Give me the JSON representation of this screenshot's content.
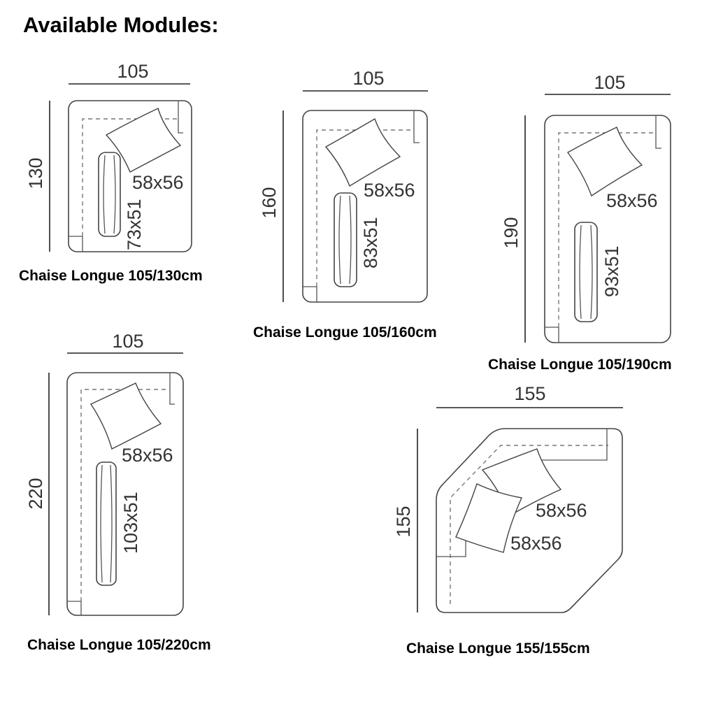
{
  "page_title": "Available Modules:",
  "modules": [
    {
      "caption": "Chaise Longue 105/130cm",
      "width": "105",
      "depth": "130",
      "back_cushion": "58x56",
      "seat_cushion": "73x51"
    },
    {
      "caption": "Chaise Longue 105/160cm",
      "width": "105",
      "depth": "160",
      "back_cushion": "58x56",
      "seat_cushion": "83x51"
    },
    {
      "caption": "Chaise Longue 105/190cm",
      "width": "105",
      "depth": "190",
      "back_cushion": "58x56",
      "seat_cushion": "93x51"
    },
    {
      "caption": "Chaise Longue 105/220cm",
      "width": "105",
      "depth": "220",
      "back_cushion": "58x56",
      "seat_cushion": "103x51"
    },
    {
      "caption": "Chaise Longue 155/155cm",
      "width": "155",
      "depth": "155",
      "back_cushion_1": "58x56",
      "back_cushion_2": "58x56"
    }
  ]
}
